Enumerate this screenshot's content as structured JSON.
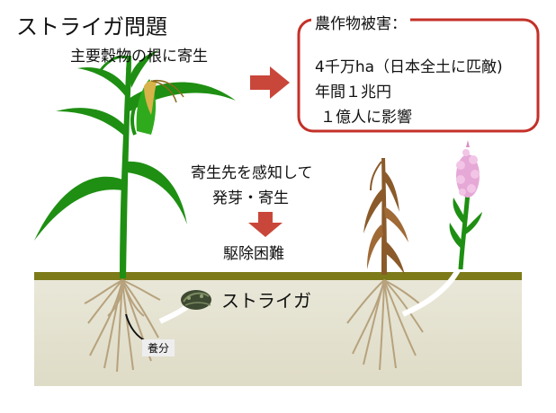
{
  "title": "ストライガ問題",
  "subtitle": "主要穀物の根に寄生",
  "damage": {
    "heading": "農作物被害：",
    "lines": [
      "4千万ha（日本全土に匹敵)",
      "年間１兆円",
      "１億人に影響"
    ]
  },
  "process": {
    "step1": [
      "寄生先を感知して",
      "発芽・寄生"
    ],
    "step2": "駆除困難"
  },
  "labels": {
    "striga": "ストライガ",
    "nutrient": "養分"
  },
  "colors": {
    "soil": "#e6e4d4",
    "soil_band": "#7d7a1a",
    "leaf": "#1e8f12",
    "box_border": "#c33128",
    "arrow": "#c9473a",
    "withered": "#8a5a2a",
    "flower": "#e6a8d6",
    "root": "#b7a27d"
  }
}
